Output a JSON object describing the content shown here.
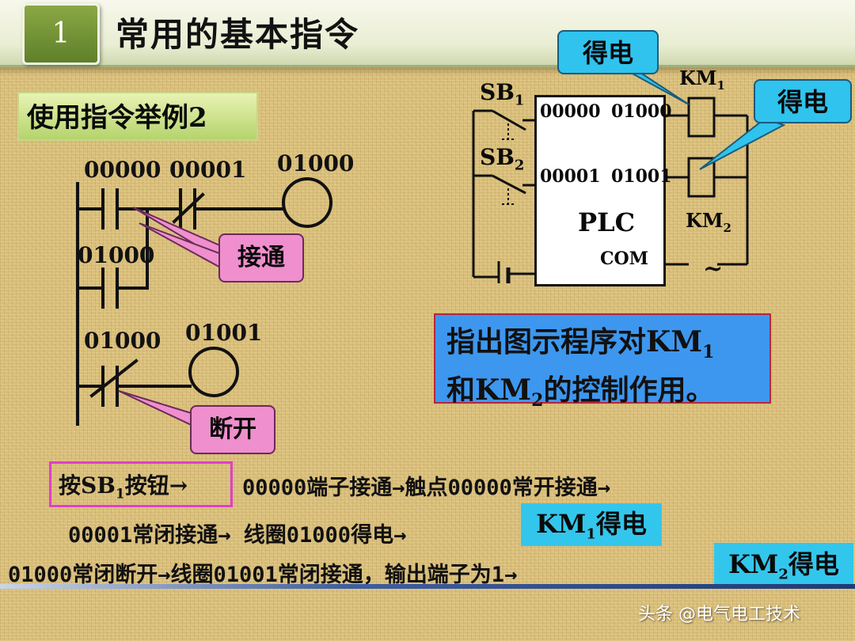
{
  "header": {
    "number": "1",
    "title": "常用的基本指令"
  },
  "example_label": "使用指令举例2",
  "ladder": {
    "rung1_contact1": "00000",
    "rung1_contact2": "00001",
    "rung1_coil": "01000",
    "rung1_parallel_contact": "01000",
    "rung2_contact": "01000",
    "rung2_coil": "01001",
    "callout_on": "接通",
    "callout_off": "断开"
  },
  "plc": {
    "sb1_label": "SB",
    "sb1_sub": "1",
    "sb2_label": "SB",
    "sb2_sub": "2",
    "in1": "00000",
    "in2": "00001",
    "out1": "01000",
    "out2": "01001",
    "name": "PLC",
    "com": "COM",
    "km1_label": "KM",
    "km1_sub": "1",
    "km2_label": "KM",
    "km2_sub": "2",
    "ac_symbol": "~",
    "callout1": "得电",
    "callout2": "得电"
  },
  "question": {
    "line1_a": "指出图示程序对KM",
    "line1_sub": "1",
    "line2_a": "和KM",
    "line2_sub": "2",
    "line2_b": "的控制作用。"
  },
  "flow": {
    "step1_a": "按SB",
    "step1_sub": "1",
    "step1_b": "按钮→",
    "line1": "00000端子接通→触点00000常开接通→",
    "line2": "00001常闭接通→ 线圈01000得电→",
    "result1_a": "KM",
    "result1_sub": "1",
    "result1_b": "得电",
    "line3": "01000常闭断开→线圈01001常闭接通，输出端子为1→",
    "result2_a": "KM",
    "result2_sub": "2",
    "result2_b": "得电"
  },
  "watermark": "头条 @电气电工技术",
  "colors": {
    "background": "#d8bd78",
    "pink_callout": "#ef8fcd",
    "cyan_callout": "#2fc3ee",
    "question_box": "#3d97ee",
    "highlight_box": "#e040c8"
  }
}
